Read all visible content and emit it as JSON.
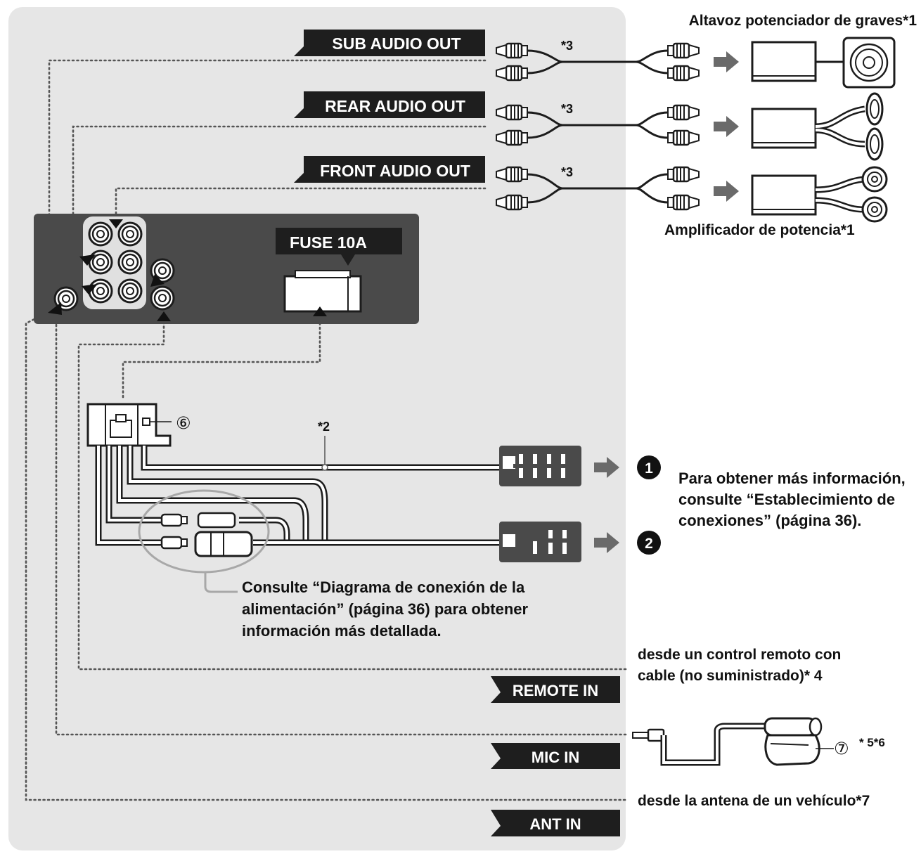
{
  "labels": {
    "sub_audio_out": "SUB AUDIO OUT",
    "rear_audio_out": "REAR AUDIO OUT",
    "front_audio_out": "FRONT AUDIO OUT",
    "fuse": "FUSE 10A",
    "remote_in": "REMOTE IN",
    "mic_in": "MIC IN",
    "ant_in": "ANT IN"
  },
  "notes": {
    "star3": "*3",
    "star2": "*2",
    "circle6": "⑥",
    "circle7": "⑦",
    "star56": "* 5*6"
  },
  "captions": {
    "subwoofer": "Altavoz potenciador de graves*1",
    "amplifier": "Amplificador de potencia*1",
    "info_line1": "Para obtener más información,",
    "info_line2": "consulte “Establecimiento de",
    "info_line3": "conexiones” (página 36).",
    "power_line1": "Consulte “Diagrama de conexión de la",
    "power_line2": "alimentación” (página 36) para obtener",
    "power_line3": "información más detallada.",
    "remote_line1": "desde un control remoto con",
    "remote_line2": "cable (no suministrado)* 4",
    "antenna": "desde la antena de un vehículo*7"
  },
  "markers": {
    "one": "1",
    "two": "2"
  },
  "colors": {
    "panel": "#e6e6e6",
    "label_bg": "#1e1e1e",
    "unit": "#4a4a4a",
    "arrow": "#6a6a6a"
  }
}
